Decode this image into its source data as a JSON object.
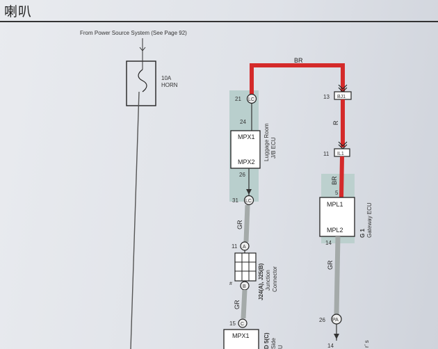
{
  "page": {
    "title": "喇叭",
    "source_note": "From Power Source System (See Page 92)"
  },
  "fuse": {
    "rating": "10A",
    "name": "HORN"
  },
  "ecu_luggage": {
    "pin_in": "24",
    "pin_out": "26",
    "port_top": "MPX1",
    "port_bottom": "MPX2",
    "name_line1": "Luggage Room",
    "name_line2": "J/B ECU"
  },
  "gateway": {
    "pin_in": "5",
    "pin_out": "14",
    "port_top": "MPL1",
    "port_bottom": "MPL2",
    "code": "G 1",
    "name": "Gateway ECU"
  },
  "junction": {
    "code": "J24(A), J25(B)",
    "name_line1": "Junction",
    "name_line2": "Connector",
    "pin_top": "11",
    "letter_top": "A",
    "letter_bottom": "B",
    "side_mark": "#"
  },
  "connectors": {
    "lc_top": {
      "num": "21",
      "code": "LC"
    },
    "lc_bottom": {
      "num": "31",
      "code": "LC"
    },
    "bj1": {
      "num": "13",
      "code": "BJ1"
    },
    "il1": {
      "num": "11",
      "code": "IL1"
    },
    "c15": {
      "num": "15",
      "code": "C"
    },
    "pa26": {
      "num": "26",
      "code": "PA"
    }
  },
  "wires": {
    "top_span": "BR",
    "r": "R",
    "br2": "BR",
    "gr1": "GR",
    "gr2": "GR",
    "gr3": "GR"
  },
  "bottom_ecu": {
    "port_top": "MPX1",
    "code": "D 5(C)",
    "line2": "Side",
    "line3": "U"
  },
  "bottom_right": {
    "pin": "14",
    "note": "r’ s"
  },
  "colors": {
    "red_wire": "#d42a2a",
    "gray_wire": "#a4aaa9",
    "teal_band": "#b9cfcd"
  }
}
